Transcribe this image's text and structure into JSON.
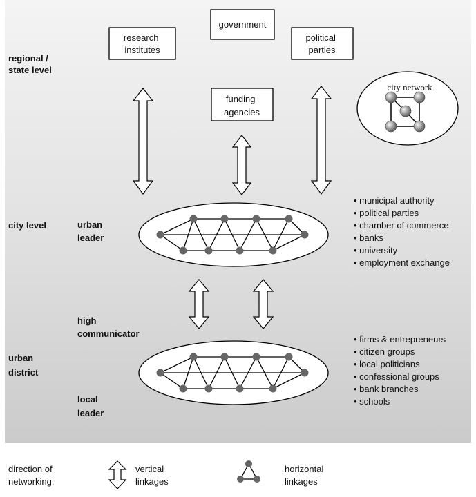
{
  "levels": {
    "regional": [
      "regional /",
      "state level"
    ],
    "city": [
      "city level"
    ],
    "district": [
      "urban",
      "district"
    ]
  },
  "roles": {
    "urban_leader": [
      "urban",
      "leader"
    ],
    "high_communicator": [
      "high",
      "communicator"
    ],
    "local_leader": [
      "local",
      "leader"
    ]
  },
  "boxes": {
    "research": [
      "research",
      "institutes"
    ],
    "government": [
      "government"
    ],
    "political": [
      "political",
      "parties"
    ],
    "funding": [
      "funding",
      "agencies"
    ]
  },
  "city_network_label": "city network",
  "city_actors": [
    "• municipal authority",
    "• political parties",
    "• chamber of commerce",
    "• banks",
    "• university",
    "• employment exchange"
  ],
  "district_actors": [
    "• firms & entrepreneurs",
    "• citizen groups",
    "• local politicians",
    "• confessional groups",
    "• bank branches",
    "• schools"
  ],
  "legend": {
    "direction": [
      "direction of",
      "networking:"
    ],
    "vertical": [
      "vertical",
      "linkages"
    ],
    "horizontal": [
      "horizontal",
      "linkages"
    ]
  },
  "colors": {
    "node": "#666666",
    "stroke": "#000000"
  }
}
